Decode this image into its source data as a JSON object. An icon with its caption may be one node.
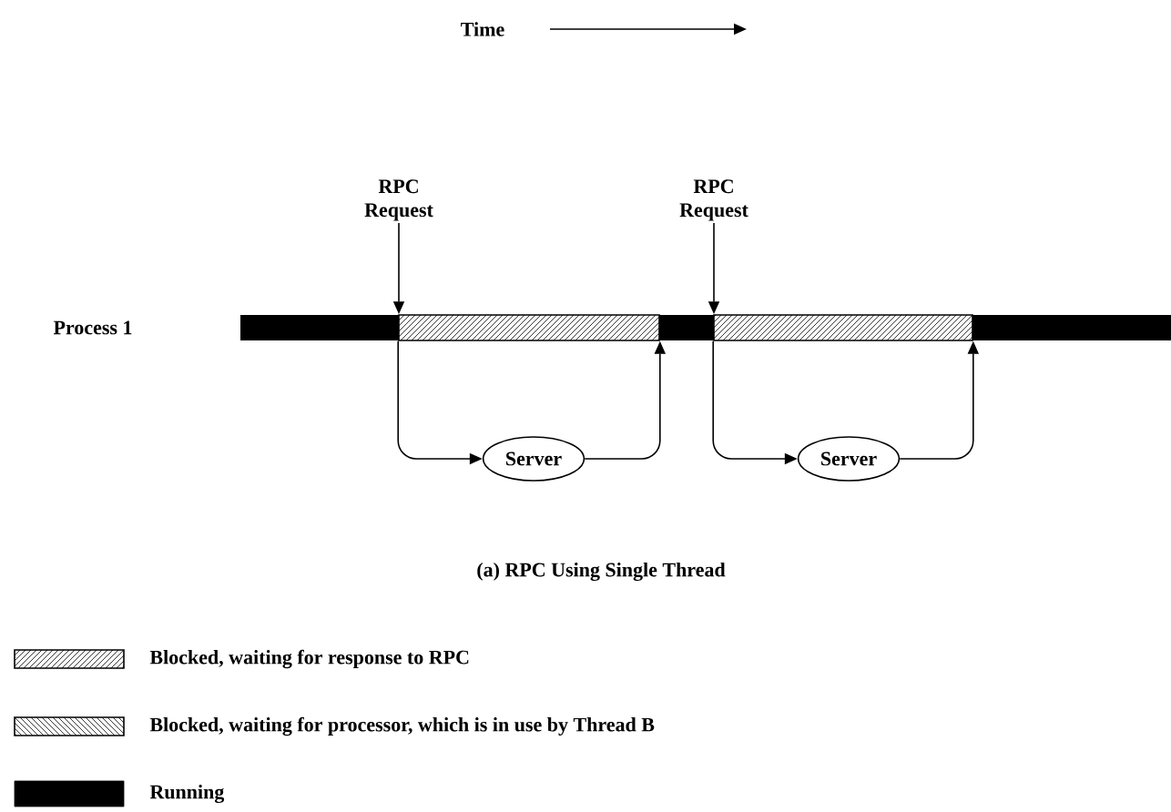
{
  "diagram": {
    "caption": "(a) RPC Using Single Thread",
    "nodes": [
      {
        "text": [
          "RPC Request"
        ]
      },
      {
        "text": [
          "RPC Request"
        ]
      },
      {
        "text": [],
        "shape": "bar"
      },
      {
        "text": [],
        "shape": "bar"
      },
      {
        "text": [
          "Server"
        ]
      },
      {
        "text": [
          "Server"
        ]
      }
    ],
    "edges": [
      {
        "from": 0,
        "to": 2,
        "arrow": "to"
      },
      {
        "from": 2,
        "to": 4,
        "arrow": "to"
      },
      {
        "from": 4,
        "to": 2,
        "arrow": "to"
      },
      {
        "from": 1,
        "to": 3,
        "arrow": "to"
      },
      {
        "from": 3,
        "to": 5,
        "arrow": "to"
      },
      {
        "from": 5,
        "to": 3,
        "arrow": "to"
      }
    ],
    "labels": [
      "Time",
      "Process 1"
    ],
    "legend": [
      {
        "text": "Blocked, waiting for response to RPC"
      },
      {
        "text": "Blocked, waiting for processor, which is in use by Thread B"
      },
      {
        "text": "Running",
        "color": "#000000"
      }
    ]
  }
}
